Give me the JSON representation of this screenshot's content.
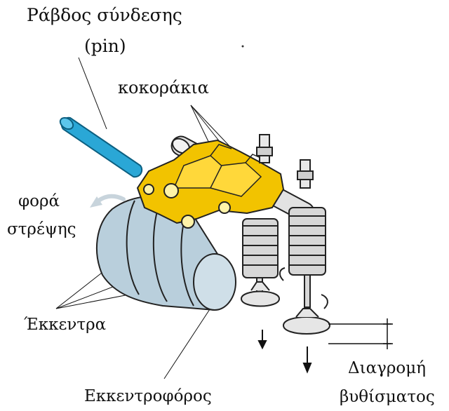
{
  "labels": {
    "pin_line1": "Ράβδος  σύνδεσης",
    "pin_line2": "(pin)",
    "rockers": "κοκοράκια",
    "rotation_line1": "φορά",
    "rotation_line2": "στρέψης",
    "cams": "Έκκεντρα",
    "camshaft": "Εκκεντροφόρος",
    "stroke_line1": "Διαγρομή",
    "stroke_line2": "βυθίσματος"
  },
  "colors": {
    "pin": "#2aa7d6",
    "rocker": "#f2c300",
    "camshaft": "#b9cfdc",
    "shaft": "#e2e2e2",
    "spring": "#d7d7d7",
    "outline": "#222222"
  }
}
